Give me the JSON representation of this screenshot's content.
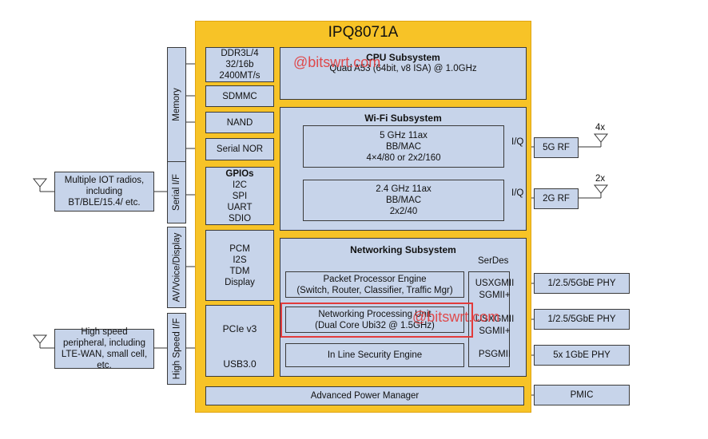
{
  "chip_title": "IPQ8071A",
  "watermark": "@bitswrt.com",
  "side_labels": {
    "memory": "Memory",
    "serial_if": "Serial I/F",
    "av": "AV/Voice/Display",
    "highspeed": "High Speed I/F"
  },
  "memory": {
    "ddr": [
      "DDR3L/4",
      "32/16b",
      "2400MT/s"
    ],
    "sdmmc": "SDMMC",
    "nand": "NAND",
    "serial_nor": "Serial NOR"
  },
  "gpios": {
    "title": "GPIOs",
    "items": [
      "I2C",
      "SPI",
      "UART",
      "SDIO"
    ]
  },
  "av": [
    "PCM",
    "I2S",
    "TDM",
    "Display"
  ],
  "highspeed": [
    "PCIe v3",
    "USB3.0"
  ],
  "cpu": {
    "title": "CPU Subsystem",
    "desc": "Quad A53 (64bit, v8 ISA) @ 1.0GHz"
  },
  "wifi": {
    "title": "Wi-Fi Subsystem",
    "band5": [
      "5 GHz 11ax",
      "BB/MAC",
      "4×4/80 or 2x2/160"
    ],
    "band24": [
      "2.4 GHz 11ax",
      "BB/MAC",
      "2x2/40"
    ],
    "iq": "I/Q"
  },
  "rf": {
    "rf5": "5G RF",
    "rf5_ant": "4x",
    "rf2": "2G RF",
    "rf2_ant": "2x"
  },
  "net": {
    "title": "Networking Subsystem",
    "ppe": [
      "Packet Processor Engine",
      "(Switch, Router, Classifier, Traffic Mgr)"
    ],
    "npu": [
      "Networking Processing Unit",
      "(Dual Core Ubi32 @ 1.5GHz)"
    ],
    "ils": "In Line Security Engine",
    "serdes_title": "SerDes",
    "serdes1": [
      "USXGMII",
      "SGMII+"
    ],
    "serdes2": [
      "USXGMII",
      "SGMII+"
    ],
    "serdes3": "PSGMII"
  },
  "phy": [
    "1/2.5/5GbE PHY",
    "1/2.5/5GbE PHY",
    "5x 1GbE PHY"
  ],
  "iot": "Multiple IOT radios, including BT/BLE/15.4/ etc.",
  "hsp": "High speed peripheral, including LTE-WAN, small cell, etc.",
  "apm": "Advanced Power Manager",
  "pmic": "PMIC",
  "colors": {
    "chip": "#f7c327",
    "block": "#c7d4ea",
    "highlight": "#e23b3b"
  }
}
